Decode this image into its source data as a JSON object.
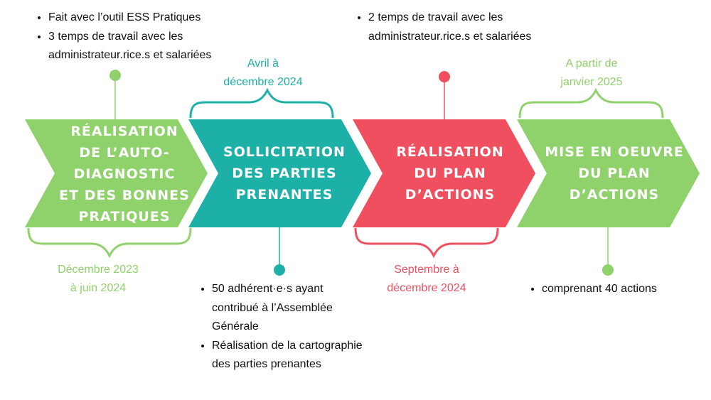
{
  "colors": {
    "green": "#8fd16a",
    "teal": "#1db0a6",
    "red": "#ef4f5e",
    "text": "#111111"
  },
  "steps": [
    {
      "title": "RÉALISATION\nDE L’AUTO-\nDIAGNOSTIC\nET DES BONNES\nPRATIQUES",
      "date": "Décembre 2023\nà juin 2024",
      "bullets": [
        "Fait avec l’outil ESS Pratiques",
        "3 temps de travail avec les administrateur.rice.s et salariées"
      ]
    },
    {
      "title": "SOLLICITATION\nDES PARTIES\nPRENANTES",
      "date": "Avril à\ndécembre 2024",
      "bullets": [
        "50 adhérent·e·s ayant contribué à l’Assemblée Générale",
        "Réalisation de la cartographie des parties prenantes"
      ]
    },
    {
      "title": "RÉALISATION\nDU PLAN\nD’ACTIONS",
      "date": "Septembre à\ndécembre 2024",
      "bullets": [
        "2 temps de travail avec les administrateur.rice.s et salariées"
      ]
    },
    {
      "title": "MISE EN OEUVRE\nDU PLAN\nD’ACTIONS",
      "date": "A partir de\njanvier 2025",
      "bullets": [
        "comprenant 40 actions"
      ]
    }
  ]
}
